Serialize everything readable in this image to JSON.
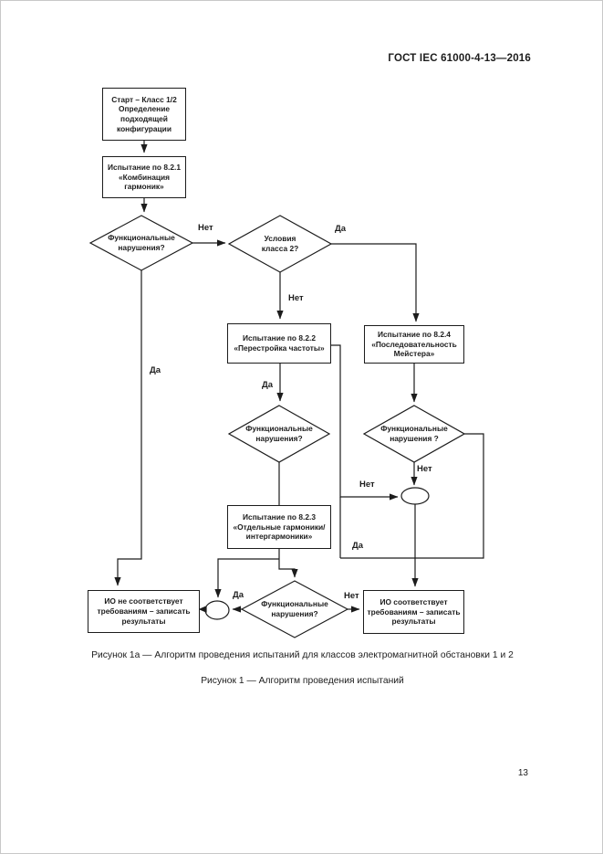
{
  "page": {
    "header": "ГОСТ IEC 61000-4-13—2016",
    "page_number": "13",
    "caption_1a": "Рисунок 1а — Алгоритм проведения испытаний для классов электромагнитной обстановки 1 и 2",
    "caption_1": "Рисунок 1 — Алгоритм проведения испытаний"
  },
  "flowchart": {
    "nodes": {
      "start": "Старт – Класс 1/2\nОпределение\nподходящей\nконфигурации",
      "test_821": "Испытание по 8.2.1\n«Комбинация\nгармоник»",
      "func_a": "Функциональные\nнарушения?",
      "class2": "Условия\nкласса 2?",
      "test_822": "Испытание по 8.2.2\n«Перестройка частоты»",
      "test_824": "Испытание по 8.2.4\n«Последовательность\nМейстера»",
      "func_b": "Функциональные\nнарушения?",
      "func_c": "Функциональные\nнарушения ?",
      "test_823": "Испытание по 8.2.3\n«Отдельные гармоники/\nинтергармоники»",
      "func_d": "Функциональные\nнарушения?",
      "fail": "ИО не соответствует\nтребованиям – записать\nрезультаты",
      "pass": "ИО соответствует\nтребованиям – записать\nрезультаты"
    },
    "labels": {
      "yes": "Да",
      "no": "Нет"
    },
    "line_color": "#1c1c1c"
  }
}
